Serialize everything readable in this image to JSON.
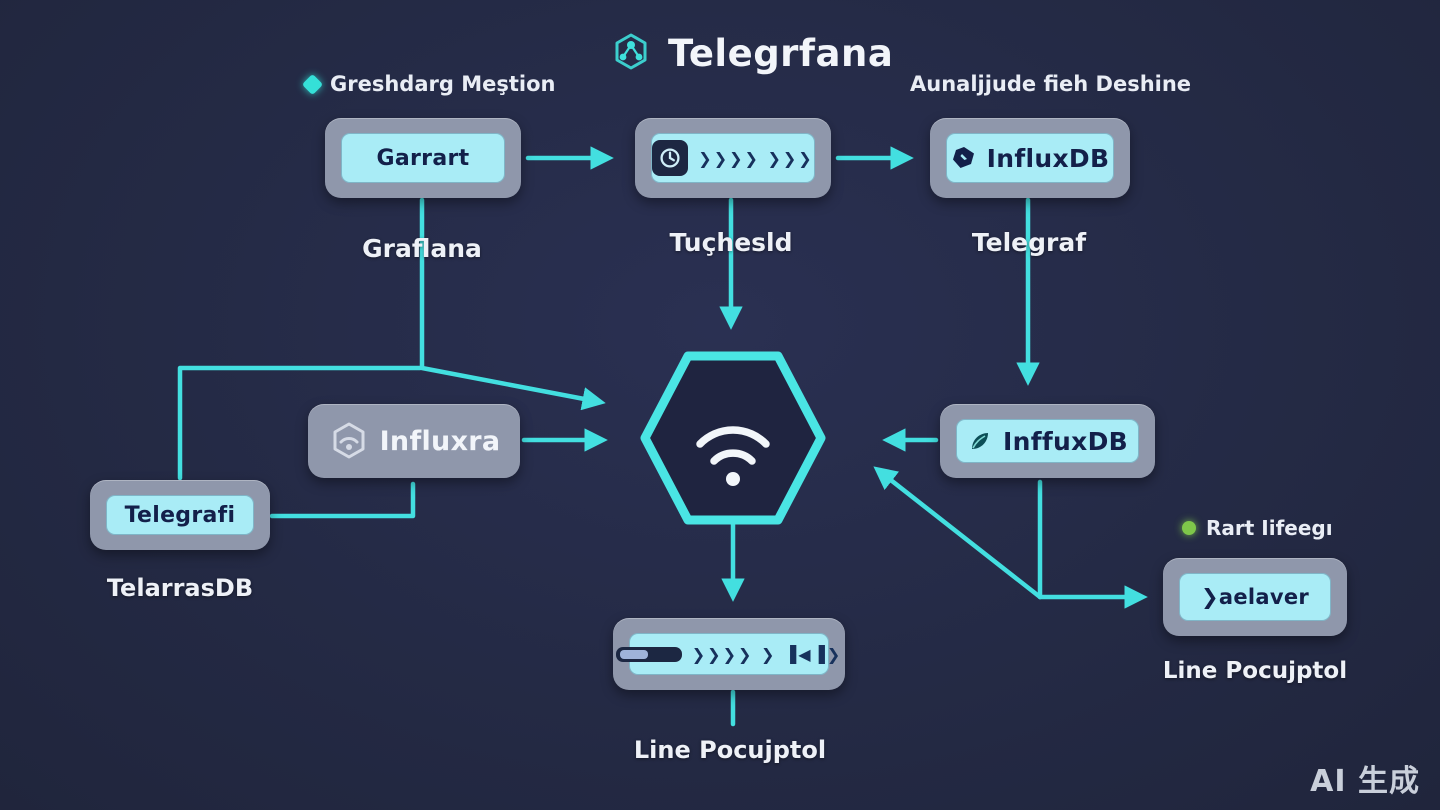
{
  "title": {
    "text": "Telegrfana"
  },
  "captions": {
    "top_left": "Greshdarg Meştion",
    "top_right": "Aunaljjude fieh Deshine",
    "right_mid": "Rart Iifeegı"
  },
  "nodes": {
    "garrart": {
      "label": "Garrart",
      "caption": "Graflana"
    },
    "tuchesld": {
      "glyphs": "❯❯❯❯ ❯❯❯",
      "caption": "Tuçhesld"
    },
    "influxdb_top": {
      "label": "InfluxDB",
      "caption": "Telegraf"
    },
    "influxra": {
      "label": "Influxra"
    },
    "inffuxdb_mid": {
      "label": "InffuxDB"
    },
    "telegrafi": {
      "label": "Telegrafi",
      "caption": "TelarrasDB"
    },
    "pipeline": {
      "glyphs": "❯❯❯❯ ❯ ▐◀▐❯",
      "caption": "Line Pocujptol"
    },
    "daelaver": {
      "label": "❯aelaver",
      "caption": "Line Pocujptol"
    }
  },
  "watermark": "AI 生成",
  "colors": {
    "background": "#242a45",
    "accent": "#43dfe0",
    "box_gray": "#8f97ab",
    "panel_cyan": "#a9ecf6",
    "text_light": "#eef1f7",
    "text_dark": "#13204a",
    "green_dot": "#7ec74a"
  }
}
